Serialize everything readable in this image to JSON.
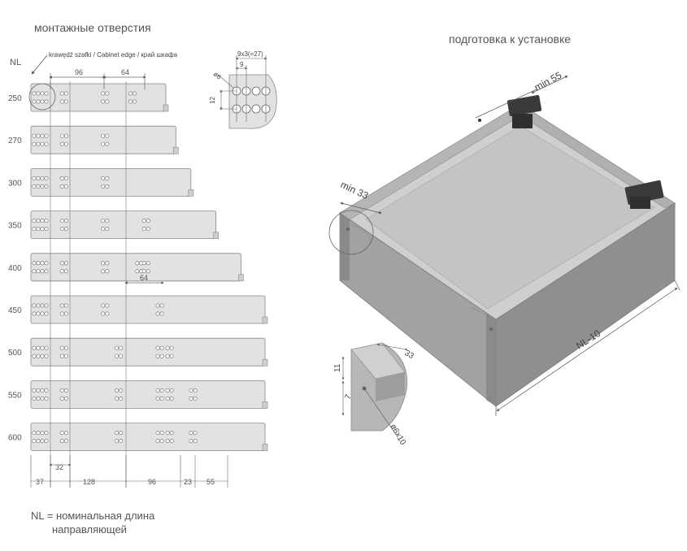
{
  "titles": {
    "left": "монтажные отверстия",
    "right": "подготовка к установке"
  },
  "left_diagram": {
    "nl_header": "NL",
    "edge_label": "krawędź szafki / Cabinet edge / край шкафа",
    "top_dims": [
      "96",
      "64"
    ],
    "rows": [
      {
        "nl": "250",
        "length": 250,
        "holes": [
          37,
          69,
          165,
          229
        ]
      },
      {
        "nl": "270",
        "length": 270,
        "holes": [
          37,
          69,
          165
        ]
      },
      {
        "nl": "300",
        "length": 300,
        "holes": [
          37,
          69,
          165
        ]
      },
      {
        "nl": "350",
        "length": 350,
        "holes": [
          37,
          69,
          165,
          261
        ]
      },
      {
        "nl": "400",
        "length": 400,
        "holes": [
          37,
          69,
          165,
          245,
          261
        ]
      },
      {
        "nl": "450",
        "length": 450,
        "holes": [
          37,
          69,
          165,
          293
        ]
      },
      {
        "nl": "500",
        "length": 500,
        "holes": [
          37,
          69,
          197,
          293,
          316
        ]
      },
      {
        "nl": "550",
        "length": 550,
        "holes": [
          37,
          69,
          197,
          293,
          316,
          371
        ]
      },
      {
        "nl": "600",
        "length": 600,
        "holes": [
          37,
          69,
          197,
          293,
          316,
          371
        ]
      }
    ],
    "mid_dim": "64",
    "bottom_dims": [
      "37",
      "32",
      "128",
      "96",
      "23",
      "55"
    ],
    "detail": {
      "top": "9x3(=27)",
      "top2": "9",
      "diameter": "ø6",
      "height": "12"
    }
  },
  "right_diagram": {
    "min_back": "min 55",
    "min_front": "min 33",
    "length": "NL-10",
    "detail": {
      "width": "33",
      "top": "11",
      "depth": "7",
      "hole": "ø6x10"
    }
  },
  "legend": {
    "line1": "NL = номинальная длина",
    "line2": "направляющей"
  },
  "colors": {
    "rail_fill": "#e2e2e2",
    "rail_stroke": "#888888",
    "panel_front": "#9a9a9a",
    "panel_side": "#b8b8b8",
    "floor": "#c9c9c9",
    "clip": "#3a3a3a"
  }
}
